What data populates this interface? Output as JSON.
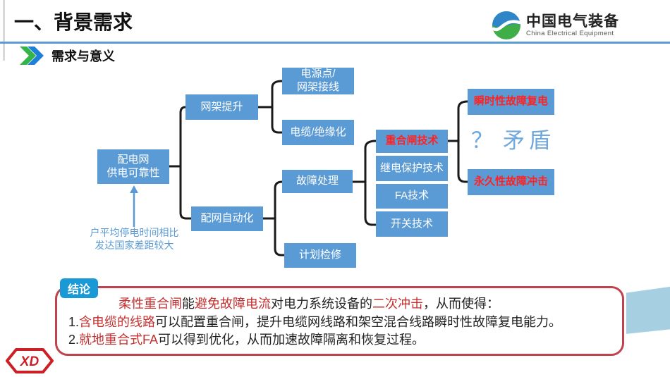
{
  "header": {
    "title": "一、背景需求",
    "logo": {
      "name": "中国电气装备",
      "subtitle": "China Electrical Equipment"
    }
  },
  "section": {
    "label": "需求与意义"
  },
  "diagram": {
    "nodes": {
      "reliability": {
        "line1": "配电网",
        "line2": "供电可靠性"
      },
      "grid_upgrade": {
        "label": "网架提升"
      },
      "power_point": {
        "line1": "电源点/",
        "line2": "网架接线"
      },
      "cable": {
        "label": "电缆/绝缘化"
      },
      "fault_handling": {
        "label": "故障处理"
      },
      "planned_maintenance": {
        "label": "计划检修"
      },
      "automation": {
        "label": "配网自动化"
      },
      "recloser": {
        "label": "重合闸技术"
      },
      "relay": {
        "label": "继电保护技术"
      },
      "fa": {
        "label": "FA技术"
      },
      "switch_tech": {
        "label": "开关技术"
      },
      "transient": {
        "label": "瞬时性故障复电"
      },
      "permanent": {
        "label": "永久性故障冲击"
      }
    },
    "contradiction": {
      "mark": "？",
      "label": "矛盾"
    },
    "annotation": {
      "line1": "户平均停电时间相比",
      "line2": "发达国家差距较大"
    }
  },
  "conclusion": {
    "badge": "结论",
    "line1": {
      "seg1": "柔性重合闸",
      "seg2": "能",
      "seg3": "避免故障电流",
      "seg4": "对电力系统设备的",
      "seg5": "二次冲击",
      "seg6": "，从而使得："
    },
    "line2": {
      "seg1": "1.",
      "seg2": "含电缆的线路",
      "seg3": "可以配置重合闸，提升电缆网线路和架空混合线路瞬时性故障复电能力。"
    },
    "line3": {
      "seg1": "2.",
      "seg2": "就地重合式FA",
      "seg3": "可以得到优化，从而加速故障隔离和恢复过程。"
    }
  },
  "footer": {
    "stamp_text": "XD"
  },
  "colors": {
    "box_blue": "#5b9bd5",
    "flow_red": "#ff2222",
    "conclusion_red": "#c43131",
    "badge_blue": "#199ad6",
    "border_red": "#c0424c",
    "band_blue": "#a6cfe2",
    "annotation_blue": "#5b9bd5",
    "connector_black": "#1a1a1a",
    "contradiction_blue": "#6fa8dc",
    "stamp_red": "#cc1f26",
    "rule_blue": "#5b9bd5"
  }
}
